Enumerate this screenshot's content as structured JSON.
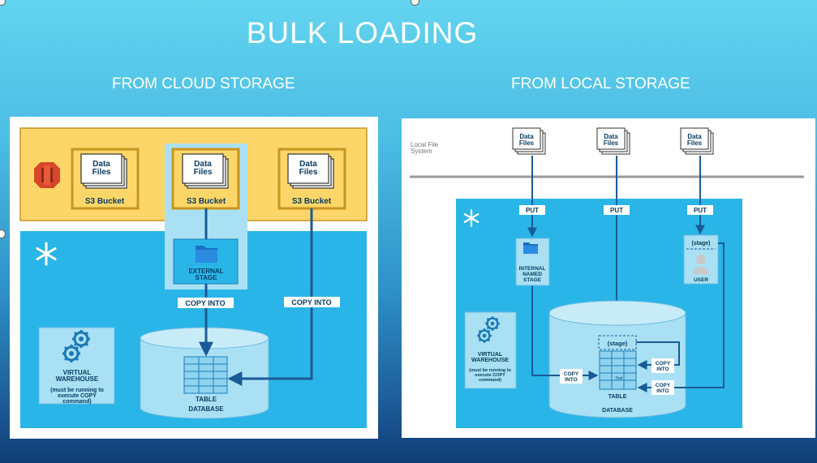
{
  "title": "BULK LOADING",
  "left": {
    "heading": "FROM CLOUD STORAGE",
    "buckets": [
      {
        "files": "Data\nFiles",
        "label": "S3 Bucket"
      },
      {
        "files": "Data\nFiles",
        "label": "S3 Bucket"
      },
      {
        "files": "Data\nFiles",
        "label": "S3 Bucket"
      }
    ],
    "external_stage": "EXTERNAL\nSTAGE",
    "copy_into_1": "COPY INTO",
    "copy_into_2": "COPY INTO",
    "warehouse": "VIRTUAL\nWAREHOUSE",
    "warehouse_note": "(must be running to\nexecute COPY\ncommand)",
    "table": "TABLE",
    "database": "DATABASE"
  },
  "right": {
    "heading": "FROM LOCAL STORAGE",
    "local_fs": "Local File\nSystem",
    "files": [
      "Data\nFiles",
      "Data\nFiles",
      "Data\nFiles"
    ],
    "put": [
      "PUT",
      "PUT",
      "PUT"
    ],
    "internal_stage": "INTERNAL\nNAMED\nSTAGE",
    "stage_user": "(stage)",
    "user_label": "USER",
    "table_stage": "(stage)",
    "copy_into": [
      "COPY\nINTO",
      "COPY\nINTO",
      "COPY\nINTO"
    ],
    "table_text": "Text",
    "warehouse": "VIRTUAL\nWAREHOUSE",
    "warehouse_note": "(must be running to\nexecute COPY\ncommand)",
    "table": "TABLE",
    "database": "DATABASE"
  },
  "colors": {
    "bg_top": "#62d4ef",
    "bg_bottom": "#0f3d75",
    "aws_band": "#fcd668",
    "snowflake_area": "#29b5e8",
    "file_border": "#c8961f",
    "arrow": "#1a5a96"
  },
  "icons": [
    "aws-s3-icon",
    "snowflake-icon",
    "gear-icon",
    "folder-icon",
    "user-icon"
  ]
}
